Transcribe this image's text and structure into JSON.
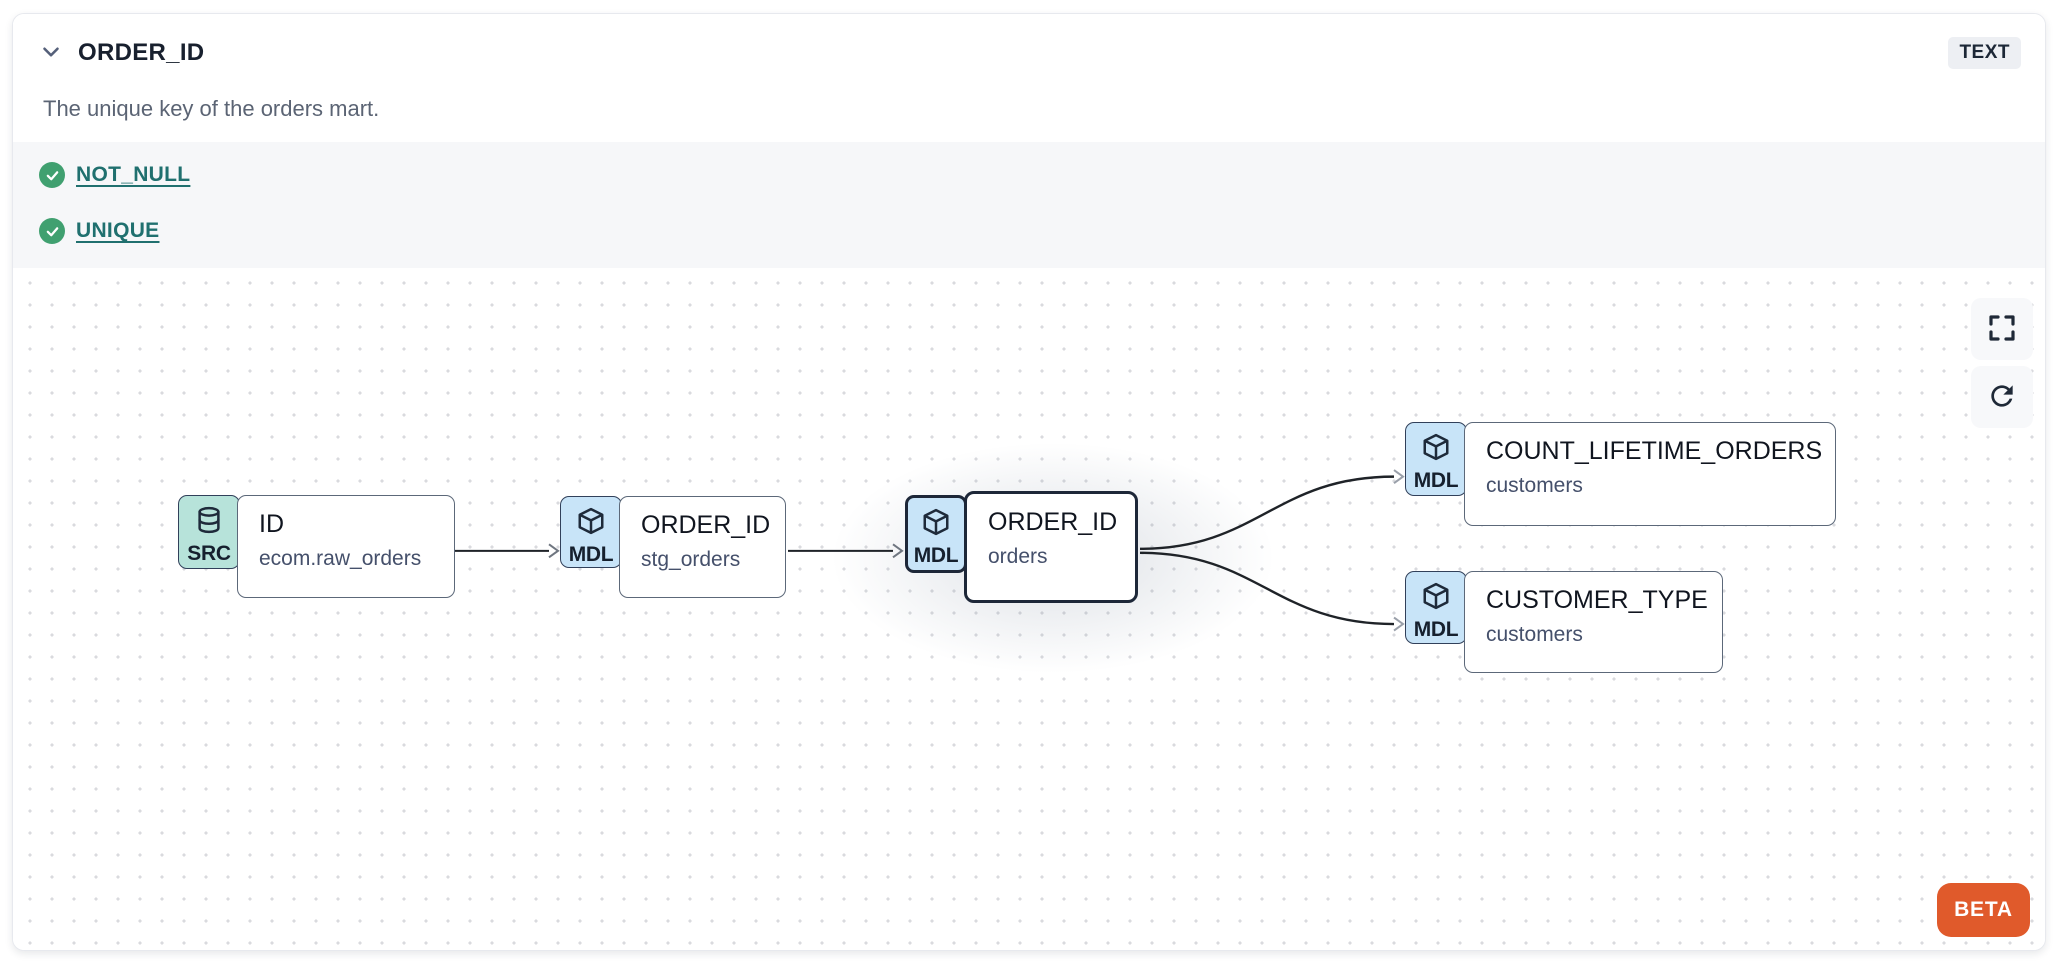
{
  "header": {
    "title": "ORDER_ID",
    "type_badge": "TEXT",
    "description": "The unique key of the orders mart."
  },
  "tests": [
    {
      "label": "NOT_NULL",
      "status": "pass"
    },
    {
      "label": "UNIQUE",
      "status": "pass"
    }
  ],
  "lineage": {
    "nodes": [
      {
        "id": "src",
        "badge": "SRC",
        "icon": "database-icon",
        "title": "ID",
        "subtitle": "ecom.raw_orders",
        "selected": false
      },
      {
        "id": "stg",
        "badge": "MDL",
        "icon": "cube-icon",
        "title": "ORDER_ID",
        "subtitle": "stg_orders",
        "selected": false
      },
      {
        "id": "mart",
        "badge": "MDL",
        "icon": "cube-icon",
        "title": "ORDER_ID",
        "subtitle": "orders",
        "selected": true
      },
      {
        "id": "count",
        "badge": "MDL",
        "icon": "cube-icon",
        "title": "COUNT_LIFETIME_ORDERS",
        "subtitle": "customers",
        "selected": false
      },
      {
        "id": "ctype",
        "badge": "MDL",
        "icon": "cube-icon",
        "title": "CUSTOMER_TYPE",
        "subtitle": "customers",
        "selected": false
      }
    ],
    "edges": [
      {
        "from": "ID (ecom.raw_orders)",
        "to": "ORDER_ID (stg_orders)"
      },
      {
        "from": "ORDER_ID (stg_orders)",
        "to": "ORDER_ID (orders)"
      },
      {
        "from": "ORDER_ID (orders)",
        "to": "COUNT_LIFETIME_ORDERS (customers)"
      },
      {
        "from": "ORDER_ID (orders)",
        "to": "CUSTOMER_TYPE (customers)"
      }
    ],
    "controls": {
      "fullscreen": "fullscreen-icon",
      "refresh": "refresh-icon"
    },
    "beta_label": "BETA"
  },
  "colors": {
    "accent_orange": "#e05a2b",
    "test_link_teal": "#20706f",
    "check_green": "#40a070",
    "badge_teal": "#b7e3da",
    "badge_blue": "#c8e4f8",
    "selected_border": "#1d2738",
    "node_border": "#5c6879"
  }
}
